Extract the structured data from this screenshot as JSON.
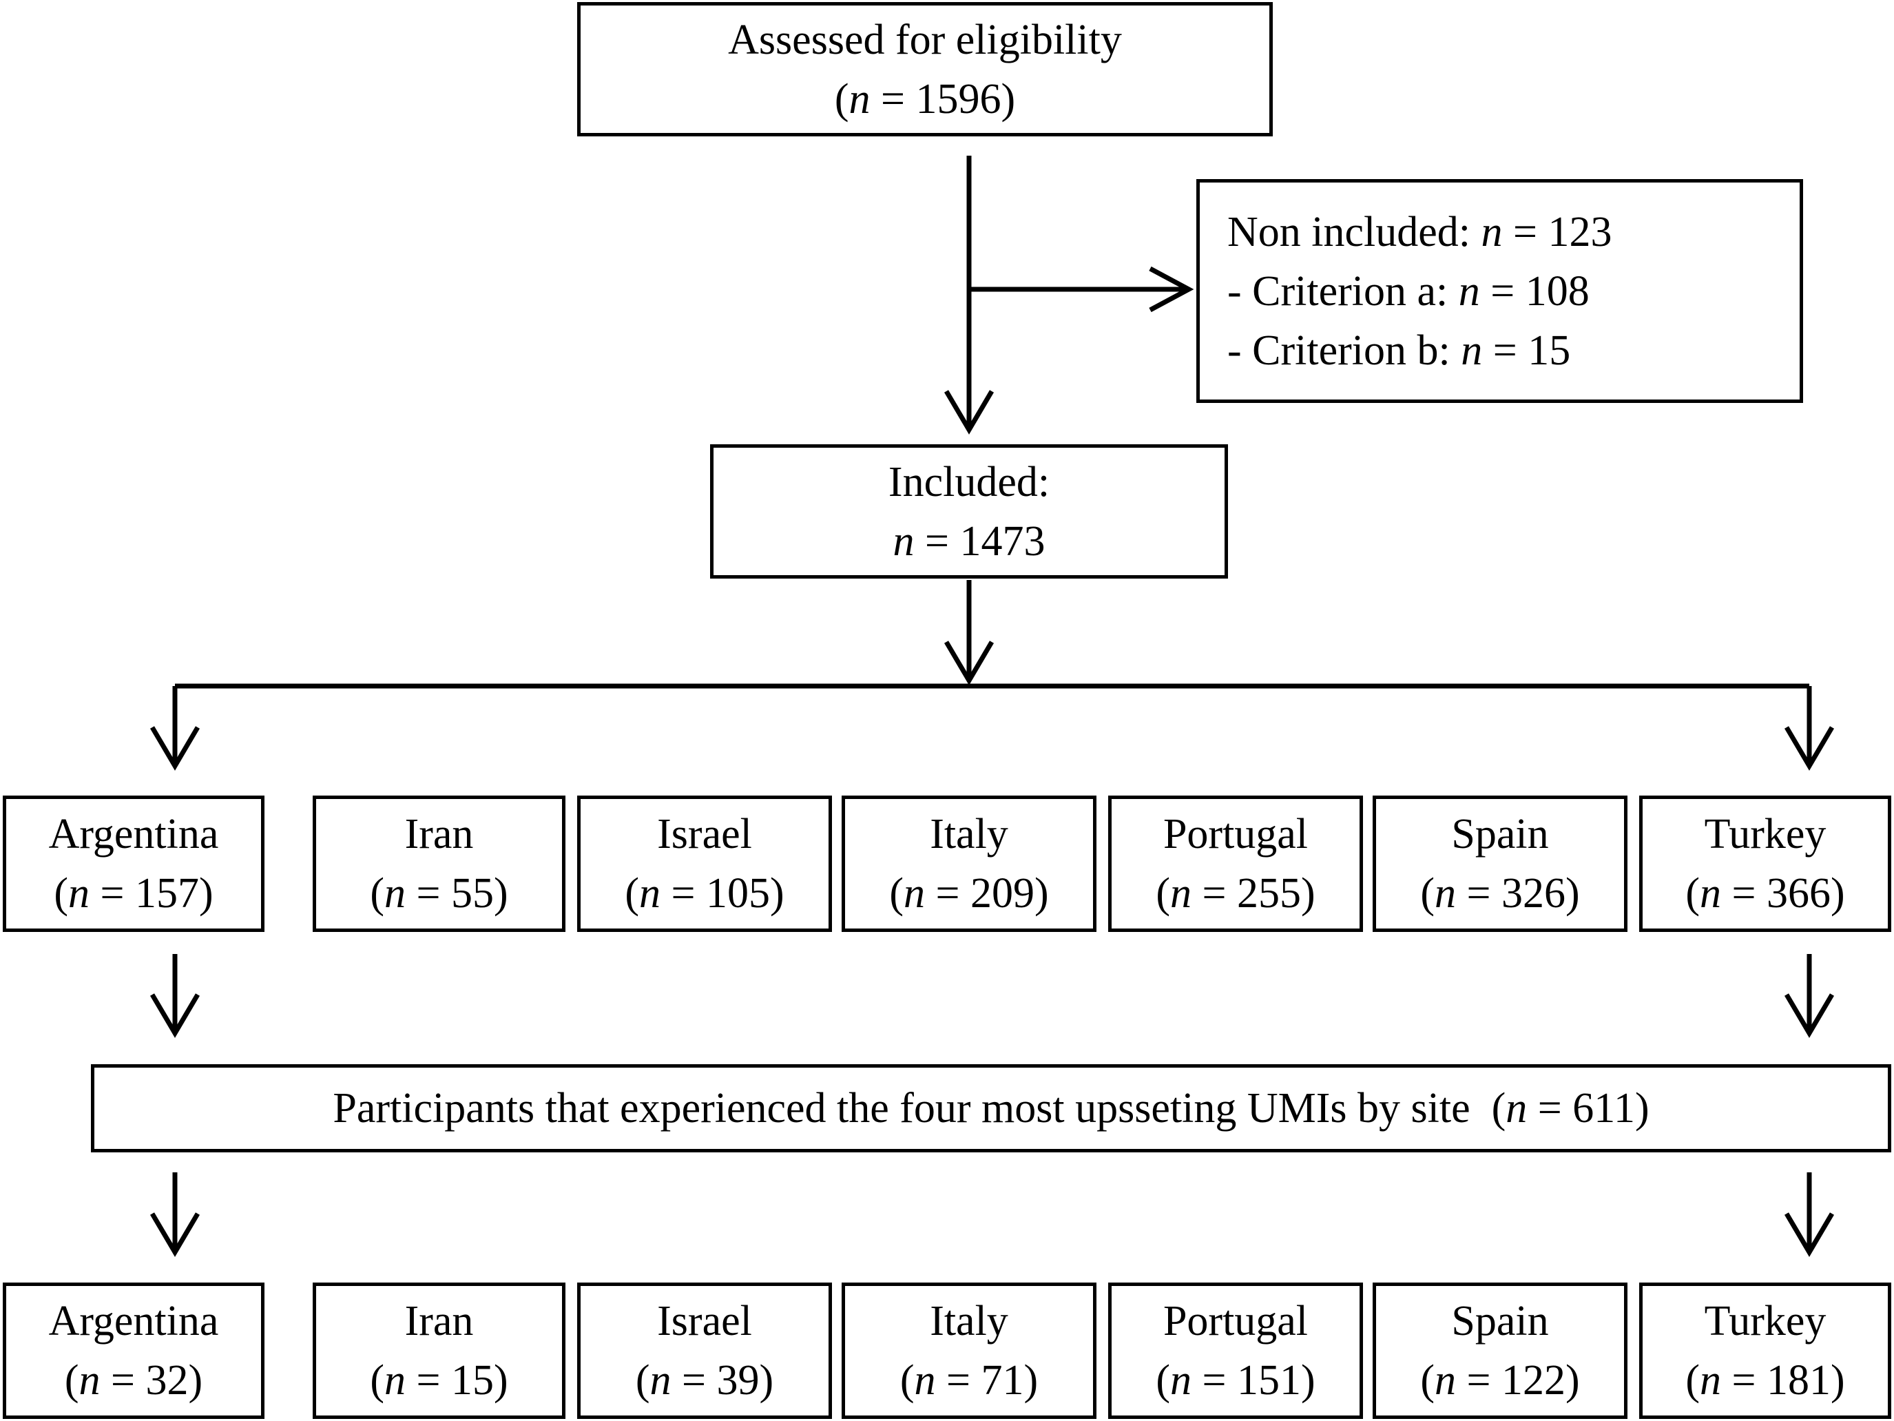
{
  "assessed": {
    "label": "Assessed for eligibility",
    "n_symbol": "n",
    "n_value": "1596"
  },
  "excluded": {
    "label": "Non included:",
    "n_symbol": "n",
    "n_value": "123",
    "criteria": [
      {
        "label": "- Criterion a:",
        "n_symbol": "n",
        "n_value": "108"
      },
      {
        "label": "- Criterion b:",
        "n_symbol": "n",
        "n_value": "15"
      }
    ]
  },
  "included": {
    "label": "Included:",
    "n_symbol": "n",
    "n_value": "1473"
  },
  "sites_initial": [
    {
      "name": "Argentina",
      "n_value": "157"
    },
    {
      "name": "Iran",
      "n_value": "55"
    },
    {
      "name": "Israel",
      "n_value": "105"
    },
    {
      "name": "Italy",
      "n_value": "209"
    },
    {
      "name": "Portugal",
      "n_value": "255"
    },
    {
      "name": "Spain",
      "n_value": "326"
    },
    {
      "name": "Turkey",
      "n_value": "366"
    }
  ],
  "participants": {
    "label": "Participants that experienced the four most upsseting UMIs by site",
    "n_symbol": "n",
    "n_value": "611"
  },
  "sites_final": [
    {
      "name": "Argentina",
      "n_value": "32"
    },
    {
      "name": "Iran",
      "n_value": "15"
    },
    {
      "name": "Israel",
      "n_value": "39"
    },
    {
      "name": "Italy",
      "n_value": "71"
    },
    {
      "name": "Portugal",
      "n_value": "151"
    },
    {
      "name": "Spain",
      "n_value": "122"
    },
    {
      "name": "Turkey",
      "n_value": "181"
    }
  ]
}
